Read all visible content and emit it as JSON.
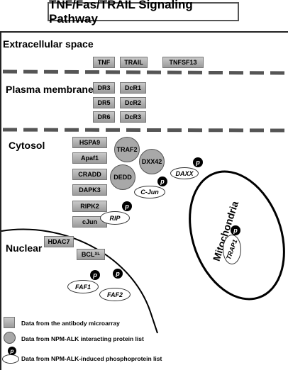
{
  "title": "TNF/Fas/TRAIL Signaling Pathway",
  "regions": {
    "extracellular": "Extracellular space",
    "plasma_membrane": "Plasma membrane",
    "cytosol": "Cytosol",
    "nuclear": "Nuclear",
    "mitochondria": "Mitochondria"
  },
  "extracellular_proteins": [
    "TNF",
    "TRAIL",
    "TNFSF13"
  ],
  "membrane_proteins": [
    "DR3",
    "DcR1",
    "DR5",
    "DcR2",
    "DR6",
    "DcR3"
  ],
  "cytosol_microarray": [
    "HSPA9",
    "Apaf1",
    "CRADD",
    "DAPK3",
    "RIPK2",
    "cJun"
  ],
  "interacting": [
    "TRAF2",
    "DXX42",
    "DEDD"
  ],
  "phospho": {
    "cjun": "C-Jun",
    "daxx": "DAXX",
    "rip": "RIP",
    "trap1": "TRAP1",
    "faf1": "FAF1",
    "faf2": "FAF2",
    "p": "p"
  },
  "nuclear_microarray": {
    "hdac7": "HDAC7",
    "bcl": "BCL",
    "bcl_sub": "XL"
  },
  "legend": {
    "microarray": "Data from the antibody microarray",
    "interacting": "Data from NPM-ALK interacting protein list",
    "phospho": "Data from NPM-ALK-induced phosphoprotein list"
  },
  "colors": {
    "box_gray": "#b0b0b0",
    "circle_gray": "#a8a8a8",
    "dash": "#555555"
  }
}
